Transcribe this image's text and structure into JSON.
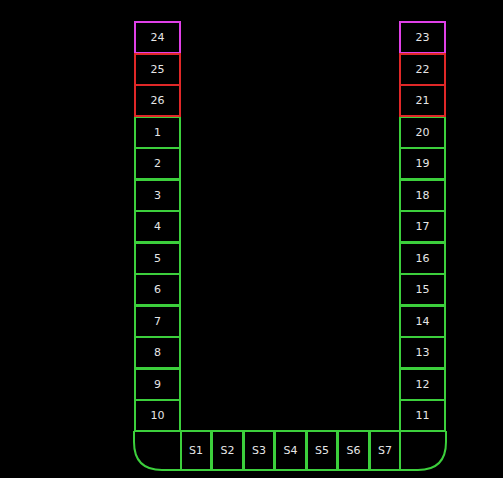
{
  "diagram": {
    "nodes": [
      {
        "text": [
          "24"
        ]
      },
      {
        "text": [
          "25"
        ]
      },
      {
        "text": [
          "26"
        ]
      },
      {
        "text": [
          "1"
        ]
      },
      {
        "text": [
          "2"
        ]
      },
      {
        "text": [
          "3"
        ]
      },
      {
        "text": [
          "4"
        ]
      },
      {
        "text": [
          "5"
        ]
      },
      {
        "text": [
          "6"
        ]
      },
      {
        "text": [
          "7"
        ]
      },
      {
        "text": [
          "8"
        ]
      },
      {
        "text": [
          "9"
        ]
      },
      {
        "text": [
          "10"
        ]
      },
      {
        "text": [
          "S1"
        ]
      },
      {
        "text": [
          "S2"
        ]
      },
      {
        "text": [
          "S3"
        ]
      },
      {
        "text": [
          "S4"
        ]
      },
      {
        "text": [
          "S5"
        ]
      },
      {
        "text": [
          "S6"
        ]
      },
      {
        "text": [
          "S7"
        ]
      },
      {
        "text": [
          "23"
        ]
      },
      {
        "text": [
          "22"
        ]
      },
      {
        "text": [
          "21"
        ]
      },
      {
        "text": [
          "20"
        ]
      },
      {
        "text": [
          "19"
        ]
      },
      {
        "text": [
          "18"
        ]
      },
      {
        "text": [
          "17"
        ]
      },
      {
        "text": [
          "16"
        ]
      },
      {
        "text": [
          "15"
        ]
      },
      {
        "text": [
          "14"
        ]
      },
      {
        "text": [
          "13"
        ]
      },
      {
        "text": [
          "12"
        ]
      },
      {
        "text": [
          "11"
        ]
      }
    ]
  }
}
